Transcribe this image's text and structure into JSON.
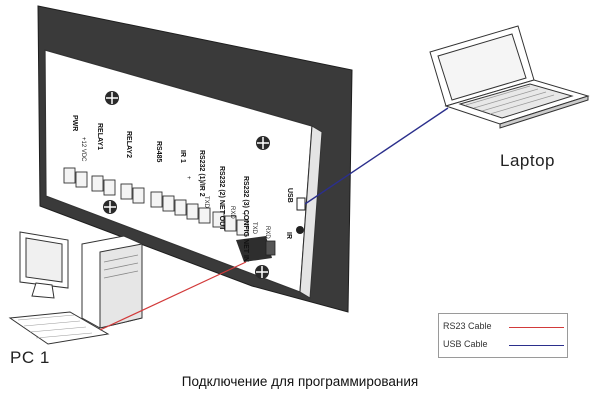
{
  "device": {
    "port_labels": [
      "PWR",
      "RELAY1",
      "RELAY2",
      "RS485",
      "IR 1",
      "RS232 (1)/IR 2",
      "RS232 (2) NET OUT",
      "RS232 (3) CONFIG NET IN",
      "USB",
      "IR"
    ],
    "pin_labels": [
      "+12 VDC",
      "+",
      "TXD",
      "RXD",
      "+",
      "TXD",
      "RXD"
    ]
  },
  "labels": {
    "laptop": "Laptop",
    "pc": "PC 1"
  },
  "legend": {
    "items": [
      {
        "label": "RS23 Cable",
        "color": "#d23a3a"
      },
      {
        "label": "USB Cable",
        "color": "#2b2f8c"
      }
    ]
  },
  "caption": "Подключение для программирования"
}
